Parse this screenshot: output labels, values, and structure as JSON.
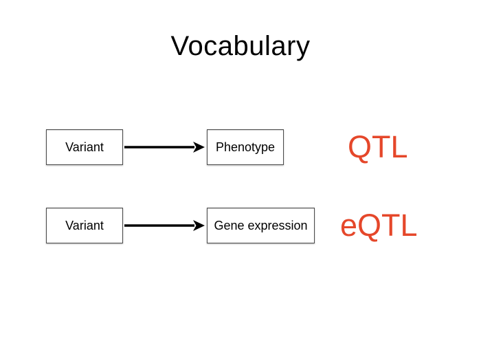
{
  "slide": {
    "title": "Vocabulary",
    "colors": {
      "accent": "#e5472a",
      "text": "#000000",
      "box_border": "#4a4a4a",
      "arrow": "#000000",
      "background": "#ffffff"
    },
    "rows": [
      {
        "source": "Variant",
        "target": "Phenotype",
        "label": "QTL"
      },
      {
        "source": "Variant",
        "target": "Gene expression",
        "label": "eQTL"
      }
    ]
  }
}
